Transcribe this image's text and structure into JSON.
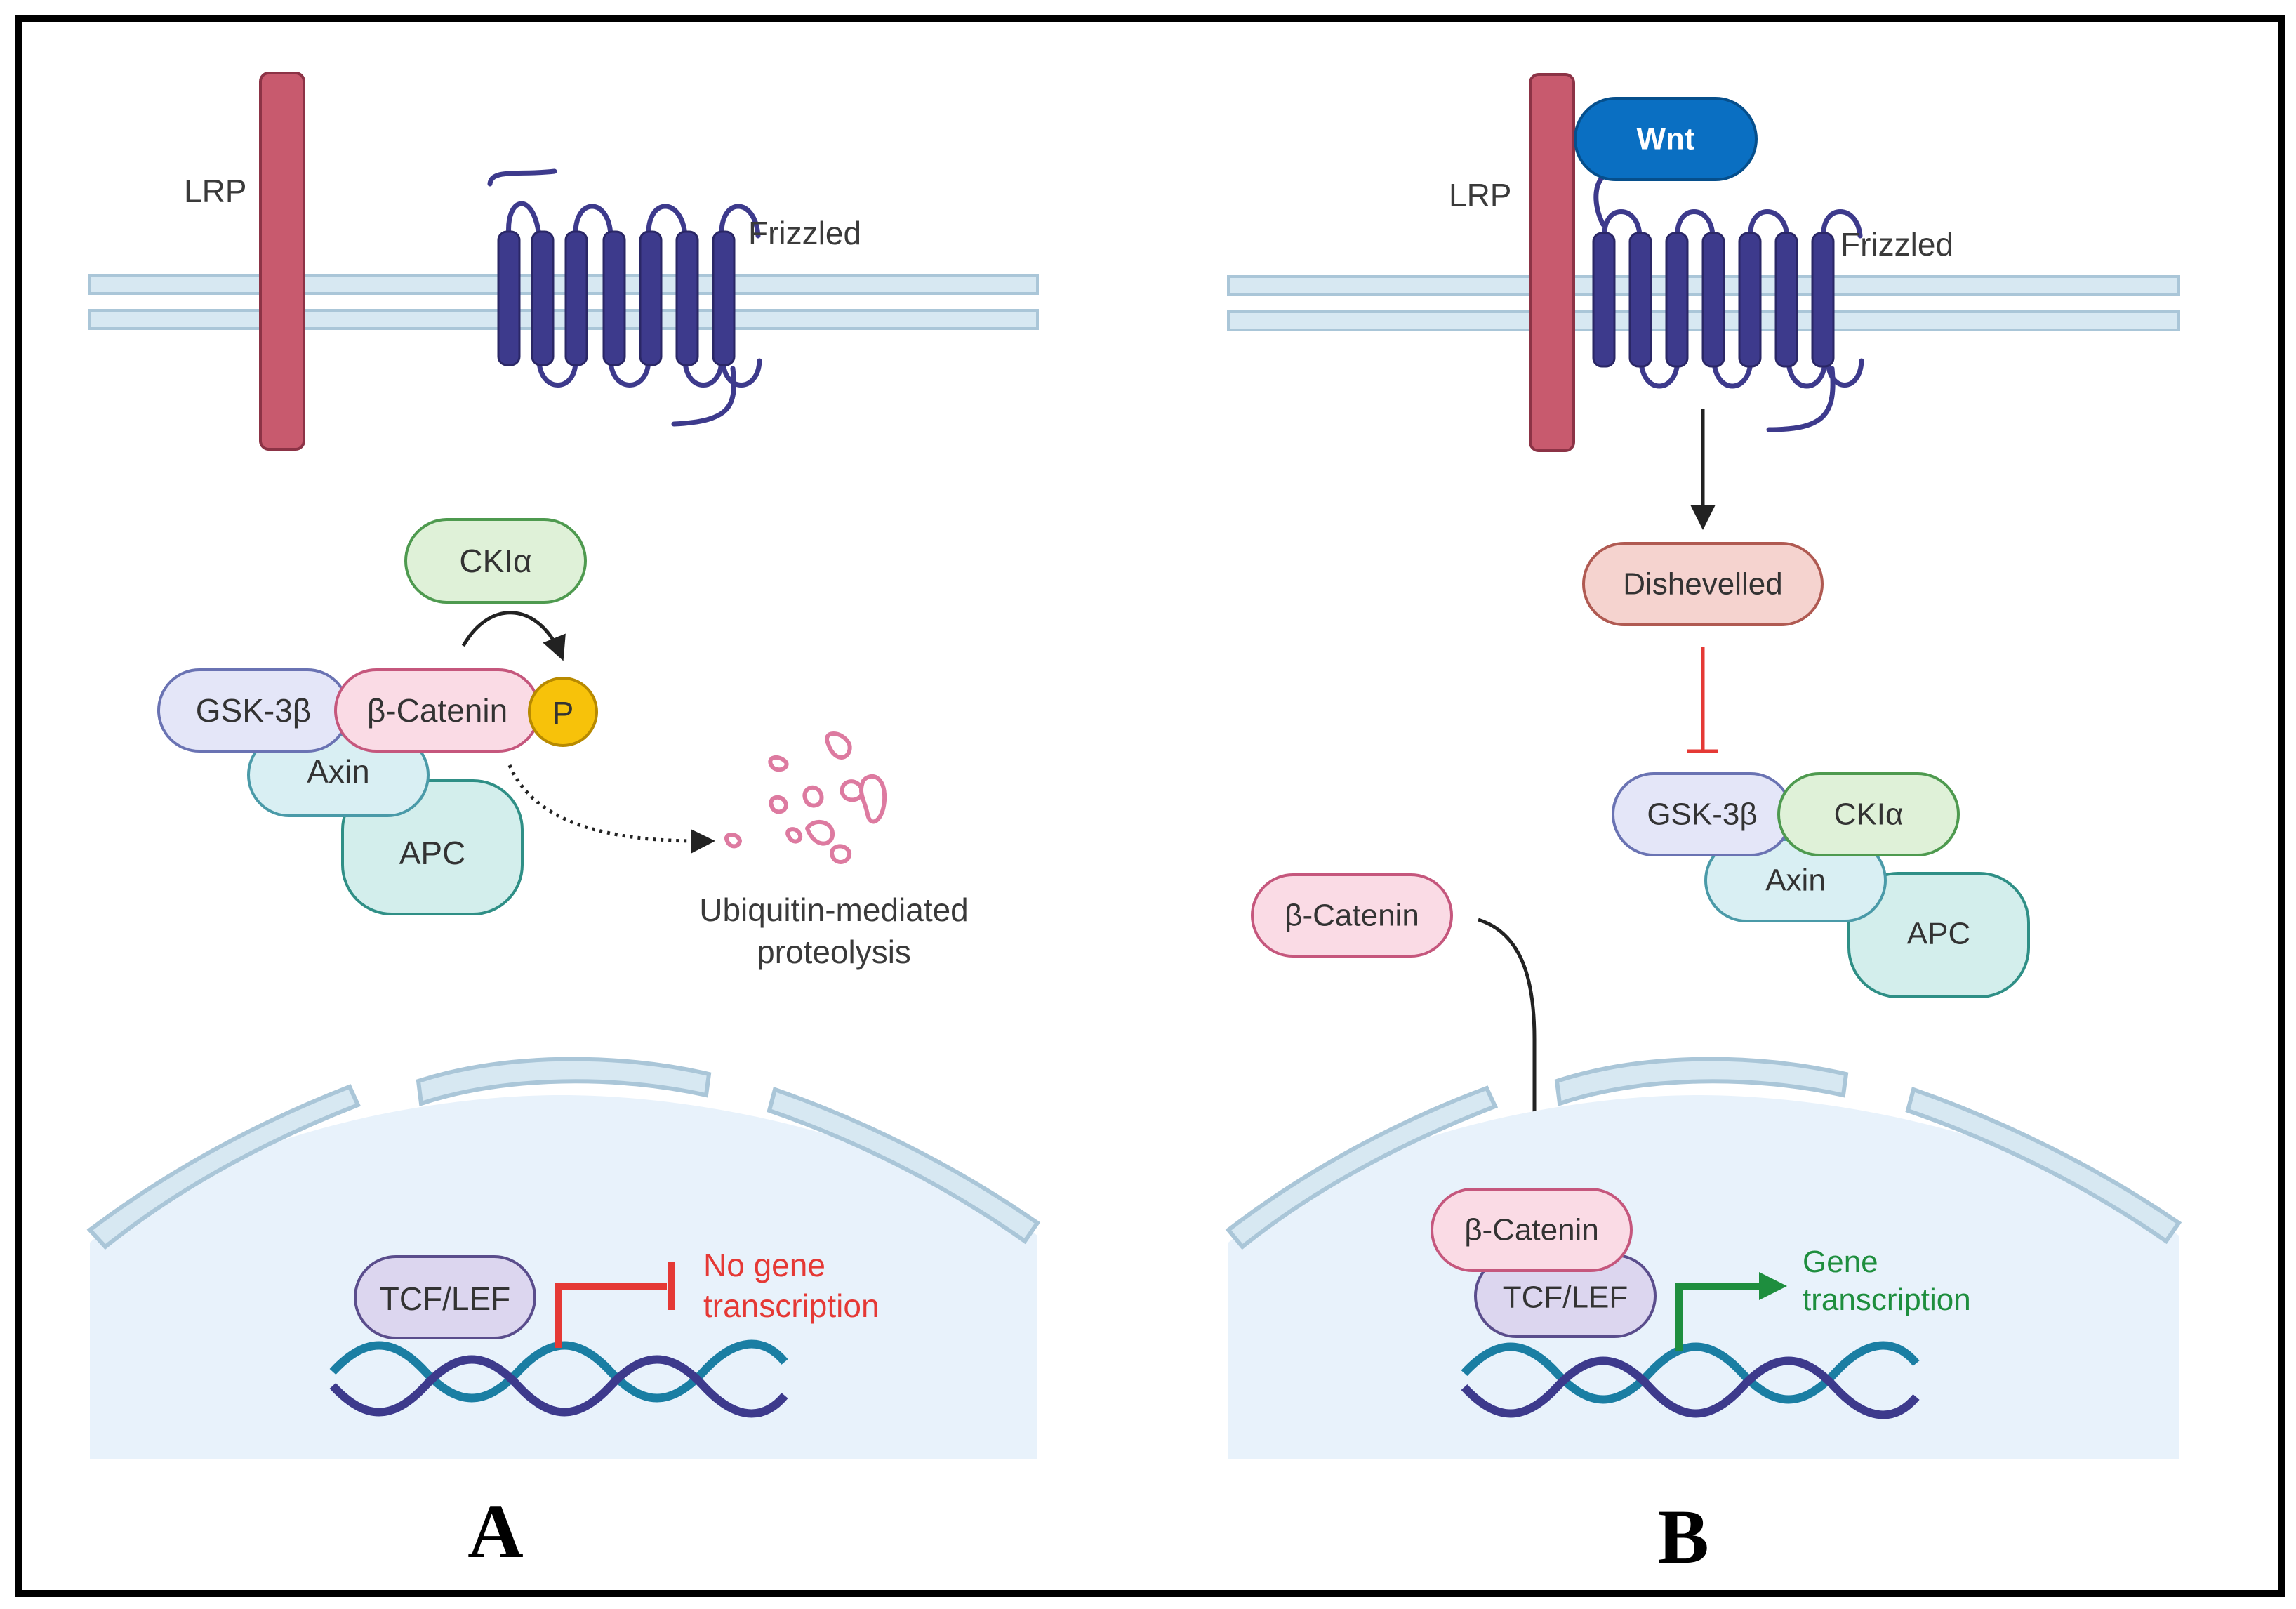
{
  "panels": {
    "A": {
      "letter": "A",
      "membrane": {
        "lrp": "LRP",
        "frizzled": "Frizzled"
      },
      "cytoplasm": {
        "ck1a": "CKIα",
        "gsk3b": "GSK-3β",
        "beta_catenin": "β-Catenin",
        "phosphate": "P",
        "axin": "Axin",
        "apc": "APC",
        "degradation_label_line1": "Ubiquitin-mediated",
        "degradation_label_line2": "proteolysis"
      },
      "nucleus": {
        "tcf_lef": "TCF/LEF",
        "outcome_line1": "No gene",
        "outcome_line2": "transcription"
      }
    },
    "B": {
      "letter": "B",
      "membrane": {
        "wnt": "Wnt",
        "lrp": "LRP",
        "frizzled": "Frizzled"
      },
      "cytoplasm": {
        "dishevelled": "Dishevelled",
        "gsk3b": "GSK-3β",
        "ck1a": "CKIα",
        "axin": "Axin",
        "apc": "APC",
        "beta_catenin": "β-Catenin"
      },
      "nucleus": {
        "beta_catenin": "β-Catenin",
        "tcf_lef": "TCF/LEF",
        "outcome_line1": "Gene",
        "outcome_line2": "transcription"
      }
    }
  },
  "colors": {
    "frame": "#000000",
    "membrane_fill": "#d7e8f2",
    "membrane_stroke": "#aac6d8",
    "lrp": "#c85a6e",
    "frizzled": "#3d3a8c",
    "wnt": "#0a6fc2",
    "inhibition_red": "#e53935",
    "activation_green": "#1e8e3e",
    "nucleus_fill": "#e8f2fb"
  }
}
